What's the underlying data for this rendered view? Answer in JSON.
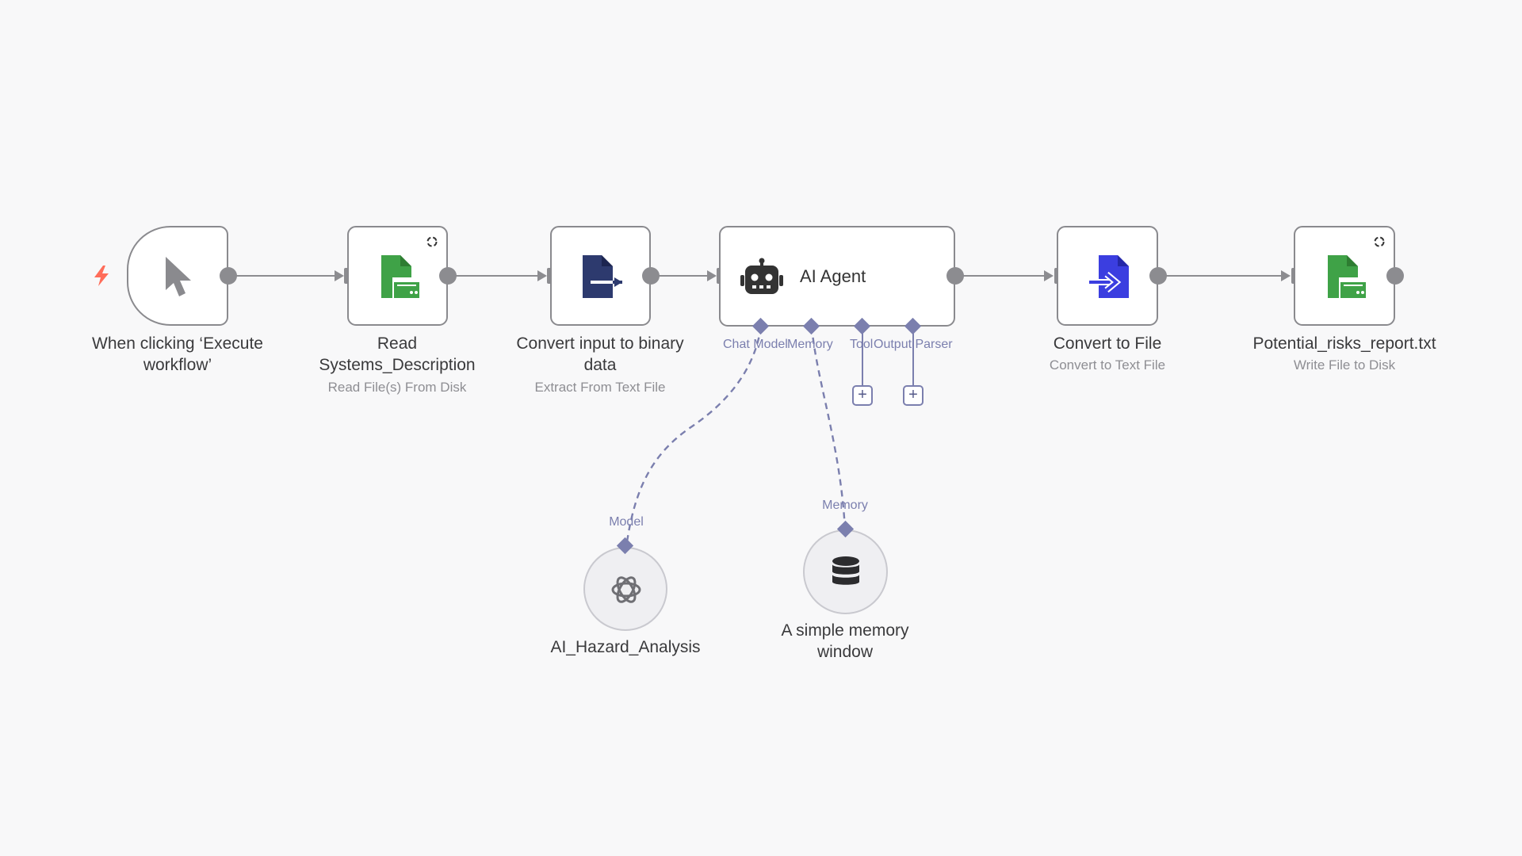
{
  "workflow": {
    "trigger": {
      "title": "When clicking ‘Execute workflow’",
      "icon": "cursor-arrow-icon",
      "bolt_icon": "lightning-icon",
      "bolt_color": "#ff6d5a"
    },
    "read_file": {
      "title": "Read Systems_Description",
      "subtitle": "Read File(s) From Disk",
      "icon": "file-read-icon",
      "icon_color": "#3fa247"
    },
    "extract": {
      "title": "Convert input to binary data",
      "subtitle": "Extract From Text File",
      "icon": "file-extract-icon",
      "icon_color": "#2d3a6e"
    },
    "agent": {
      "title": "AI Agent",
      "icon": "robot-icon",
      "ports": {
        "chat_model": "Chat Model",
        "memory": "Memory",
        "tool": "Tool",
        "output_parser": "Output Parser"
      }
    },
    "convert": {
      "title": "Convert to File",
      "subtitle": "Convert to Text File",
      "icon": "file-convert-icon",
      "icon_color": "#3b3ee0"
    },
    "write_file": {
      "title": "Potential_risks_report.txt",
      "subtitle": "Write File to Disk",
      "icon": "file-write-icon",
      "icon_color": "#3fa247"
    },
    "model_node": {
      "title": "AI_Hazard_Analysis",
      "port_label": "Model",
      "icon": "openai-icon"
    },
    "memory_node": {
      "title": "A simple memory window",
      "port_label": "Memory",
      "icon": "database-icon"
    },
    "add_buttons": {
      "tool": "+",
      "output_parser": "+"
    }
  },
  "colors": {
    "connection": "#8c8c90",
    "ai_port": "#7b7fae",
    "canvas": "#f8f8f9"
  }
}
